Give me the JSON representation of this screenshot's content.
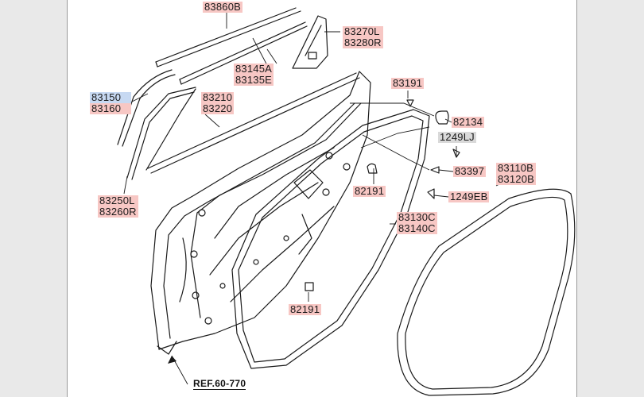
{
  "labels": {
    "top_cut": "83860B",
    "l83270": [
      "83270L",
      "83280R"
    ],
    "l83145": [
      "83145A",
      "83135E"
    ],
    "l83191a": "83191",
    "l83150": [
      "83150",
      "83160"
    ],
    "l83210": [
      "83210",
      "83220"
    ],
    "l82134": "82134",
    "l1249lj": "1249LJ",
    "l83397": "83397",
    "l83110": [
      "83110B",
      "83120B"
    ],
    "l82191a": "82191",
    "l1249eb": "1249EB",
    "l83250": [
      "83250L",
      "83260R"
    ],
    "l83130": [
      "83130C",
      "83140C"
    ],
    "l82191b": "82191"
  },
  "reference": "REF.60-770",
  "colors": {
    "part_label_bg": "#f7c7c4",
    "highlight_label_bg": "#c7d9f2",
    "grey_label_bg": "#d9d9d9",
    "line_color": "#1a1a1a"
  }
}
